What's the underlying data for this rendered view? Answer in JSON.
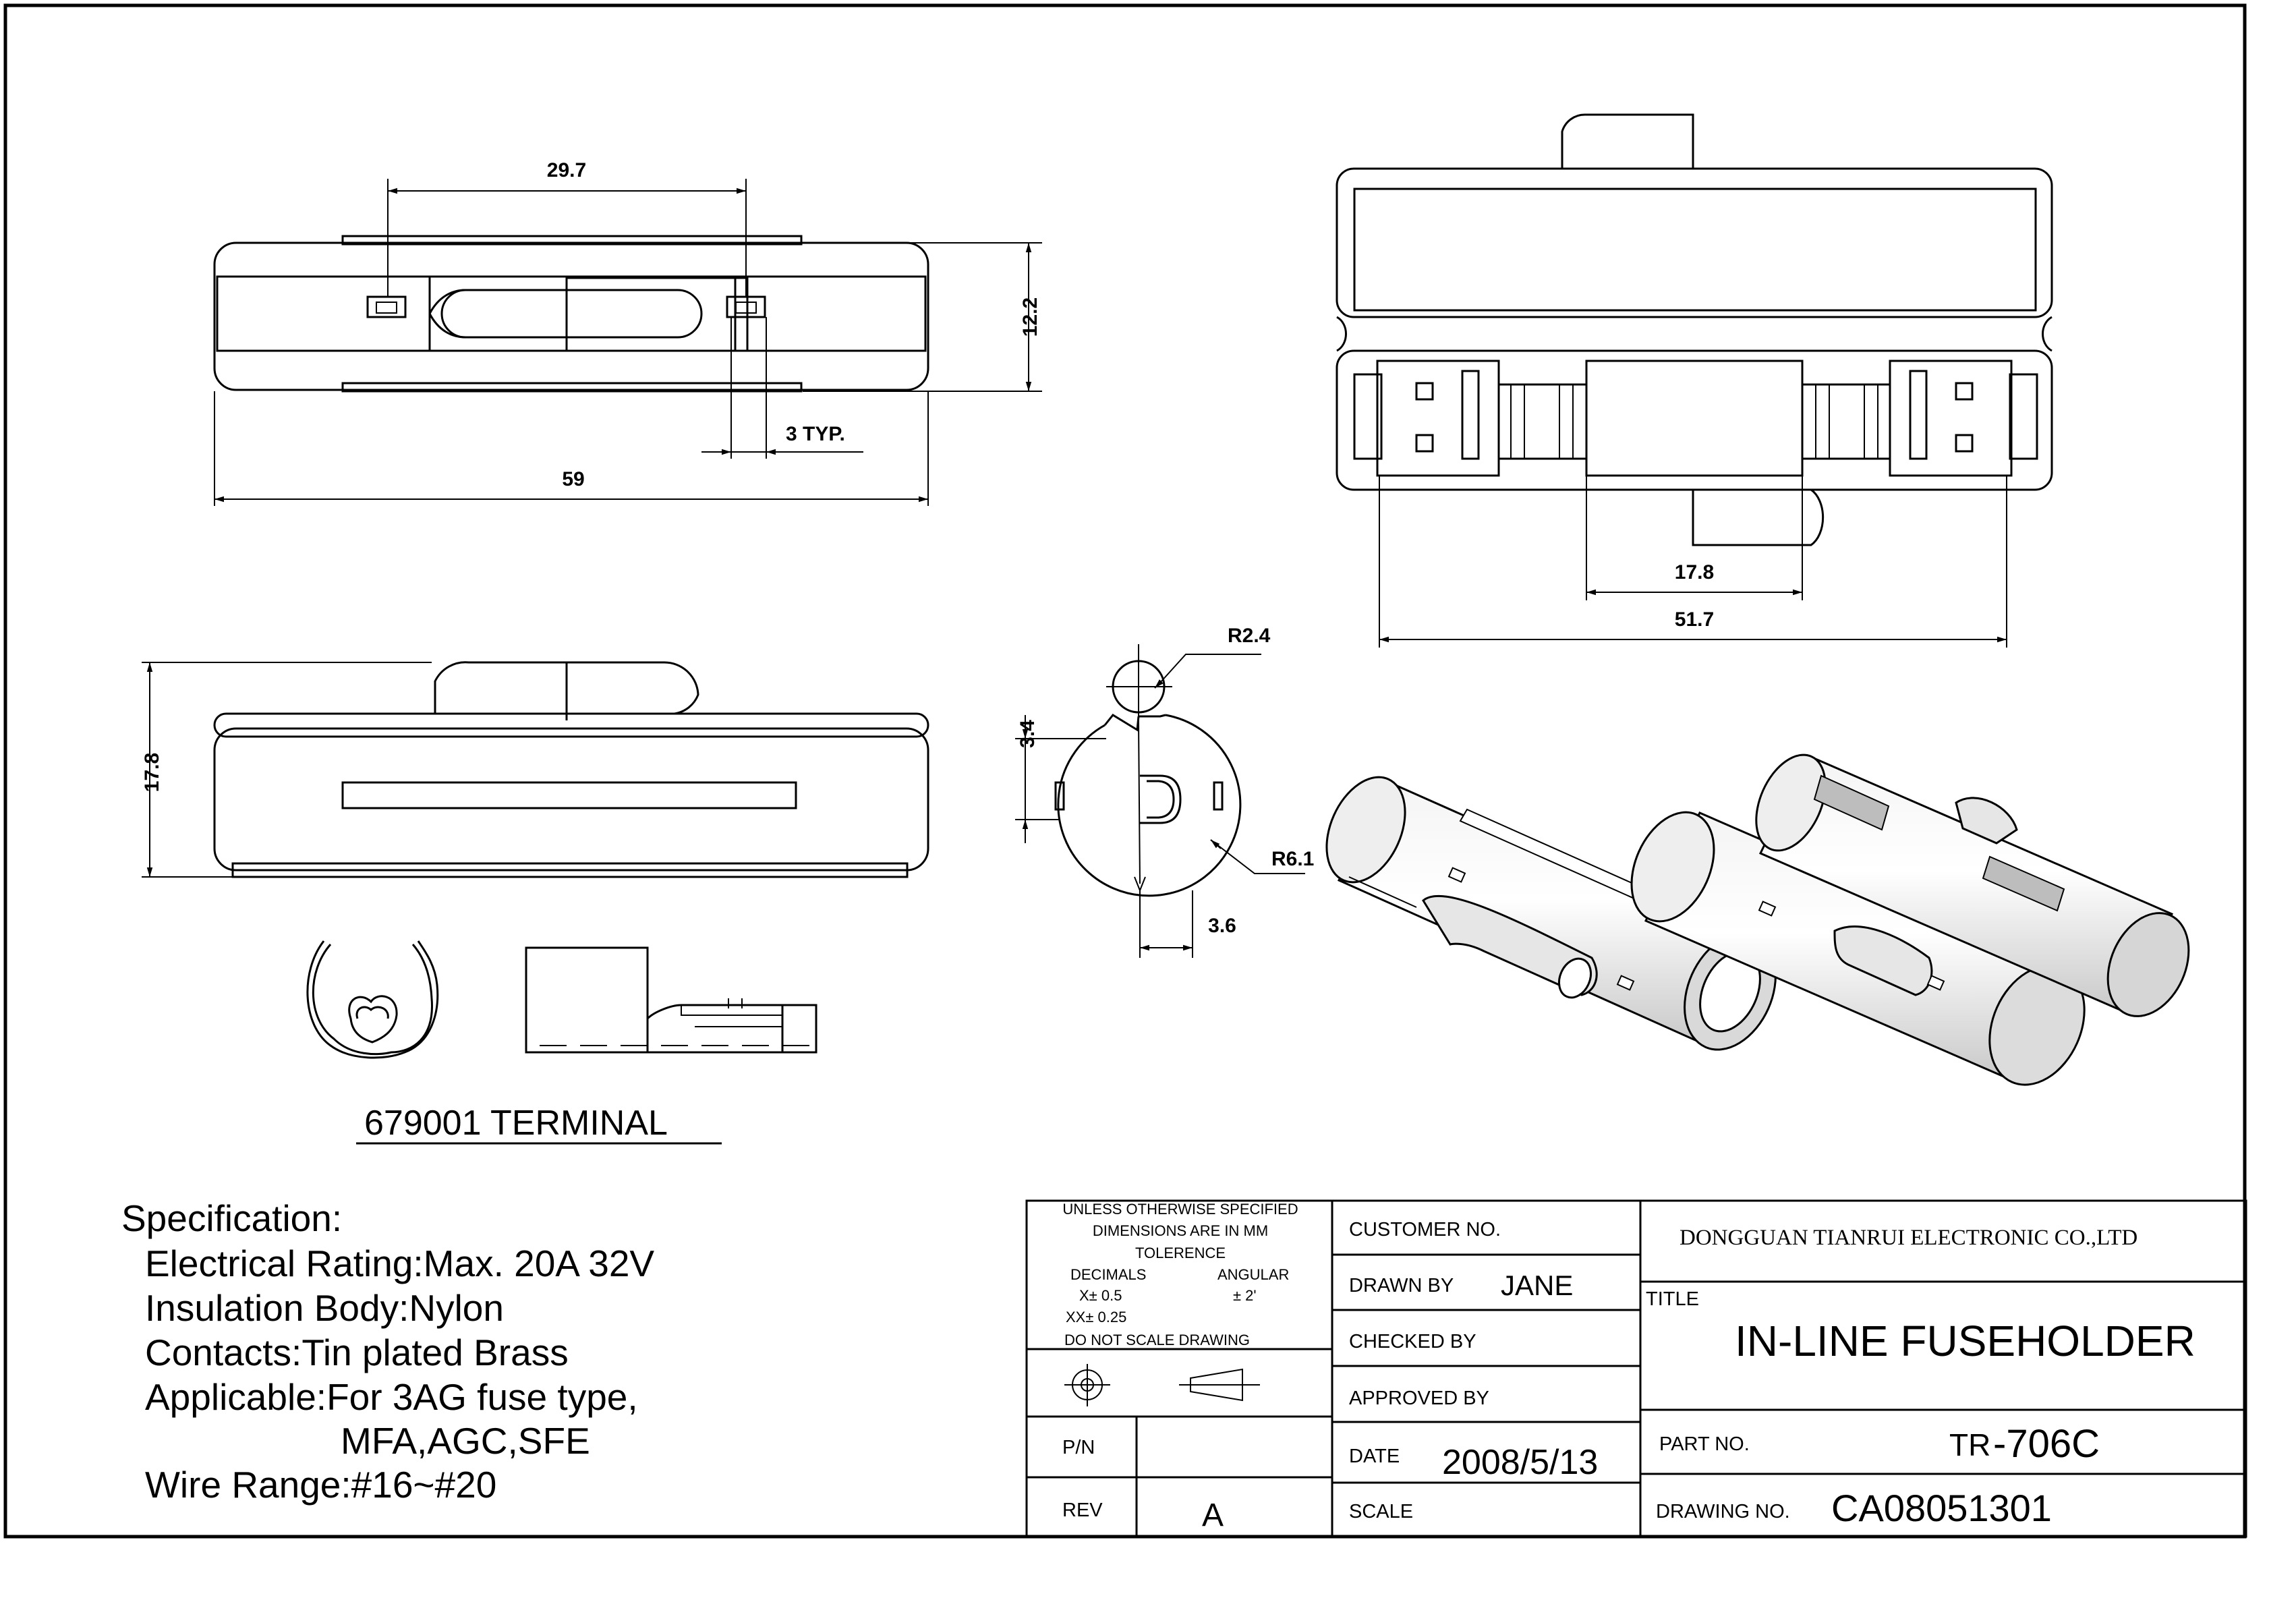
{
  "views": {
    "top": {
      "dim_width": "29.7",
      "dim_height": "12.2",
      "dim_slot": "3 TYP.",
      "dim_length": "59"
    },
    "side": {
      "dim_height": "17.8"
    },
    "end": {
      "dim_r_small": "R2.4",
      "dim_r_large": "R6.1",
      "dim_height": "3.4",
      "dim_offset": "3.6"
    },
    "open": {
      "dim_inner": "17.8",
      "dim_overall": "51.7"
    }
  },
  "terminal": {
    "caption": "679001 TERMINAL"
  },
  "specification": {
    "heading": "Specification:",
    "lines": [
      "Electrical Rating:Max. 20A 32V",
      "Insulation Body:Nylon",
      "Contacts:Tin plated Brass",
      "Applicable:For 3AG fuse type,",
      "MFA,AGC,SFE",
      "Wire Range:#16~#20"
    ]
  },
  "title_block": {
    "tolerance": {
      "line1": "UNLESS OTHERWISE SPECIFIED",
      "line2": "DIMENSIONS ARE IN MM",
      "line3": "TOLERENCE",
      "decimals_label": "DECIMALS",
      "angular_label": "ANGULAR",
      "x_tol": "X± 0.5",
      "angular_tol": "± 2'",
      "xx_tol": "XX± 0.25",
      "note": "DO NOT SCALE DRAWING"
    },
    "pn_label": "P/N",
    "pn_value": "",
    "rev_label": "REV",
    "rev_value": "A",
    "customer_no_label": "CUSTOMER NO.",
    "drawn_by_label": "DRAWN BY",
    "drawn_by_value": "JANE",
    "checked_by_label": "CHECKED BY",
    "approved_by_label": "APPROVED BY",
    "date_label": "DATE",
    "date_value": "2008/5/13",
    "scale_label": "SCALE",
    "company": "DONGGUAN TIANRUI ELECTRONIC CO.,LTD",
    "title_label": "TITLE",
    "title_value": "IN-LINE FUSEHOLDER",
    "part_no_label": "PART NO.",
    "part_no_prefix": "TR",
    "part_no_value": "-706C",
    "drawing_no_label": "DRAWING NO.",
    "drawing_no_value": "CA08051301"
  }
}
